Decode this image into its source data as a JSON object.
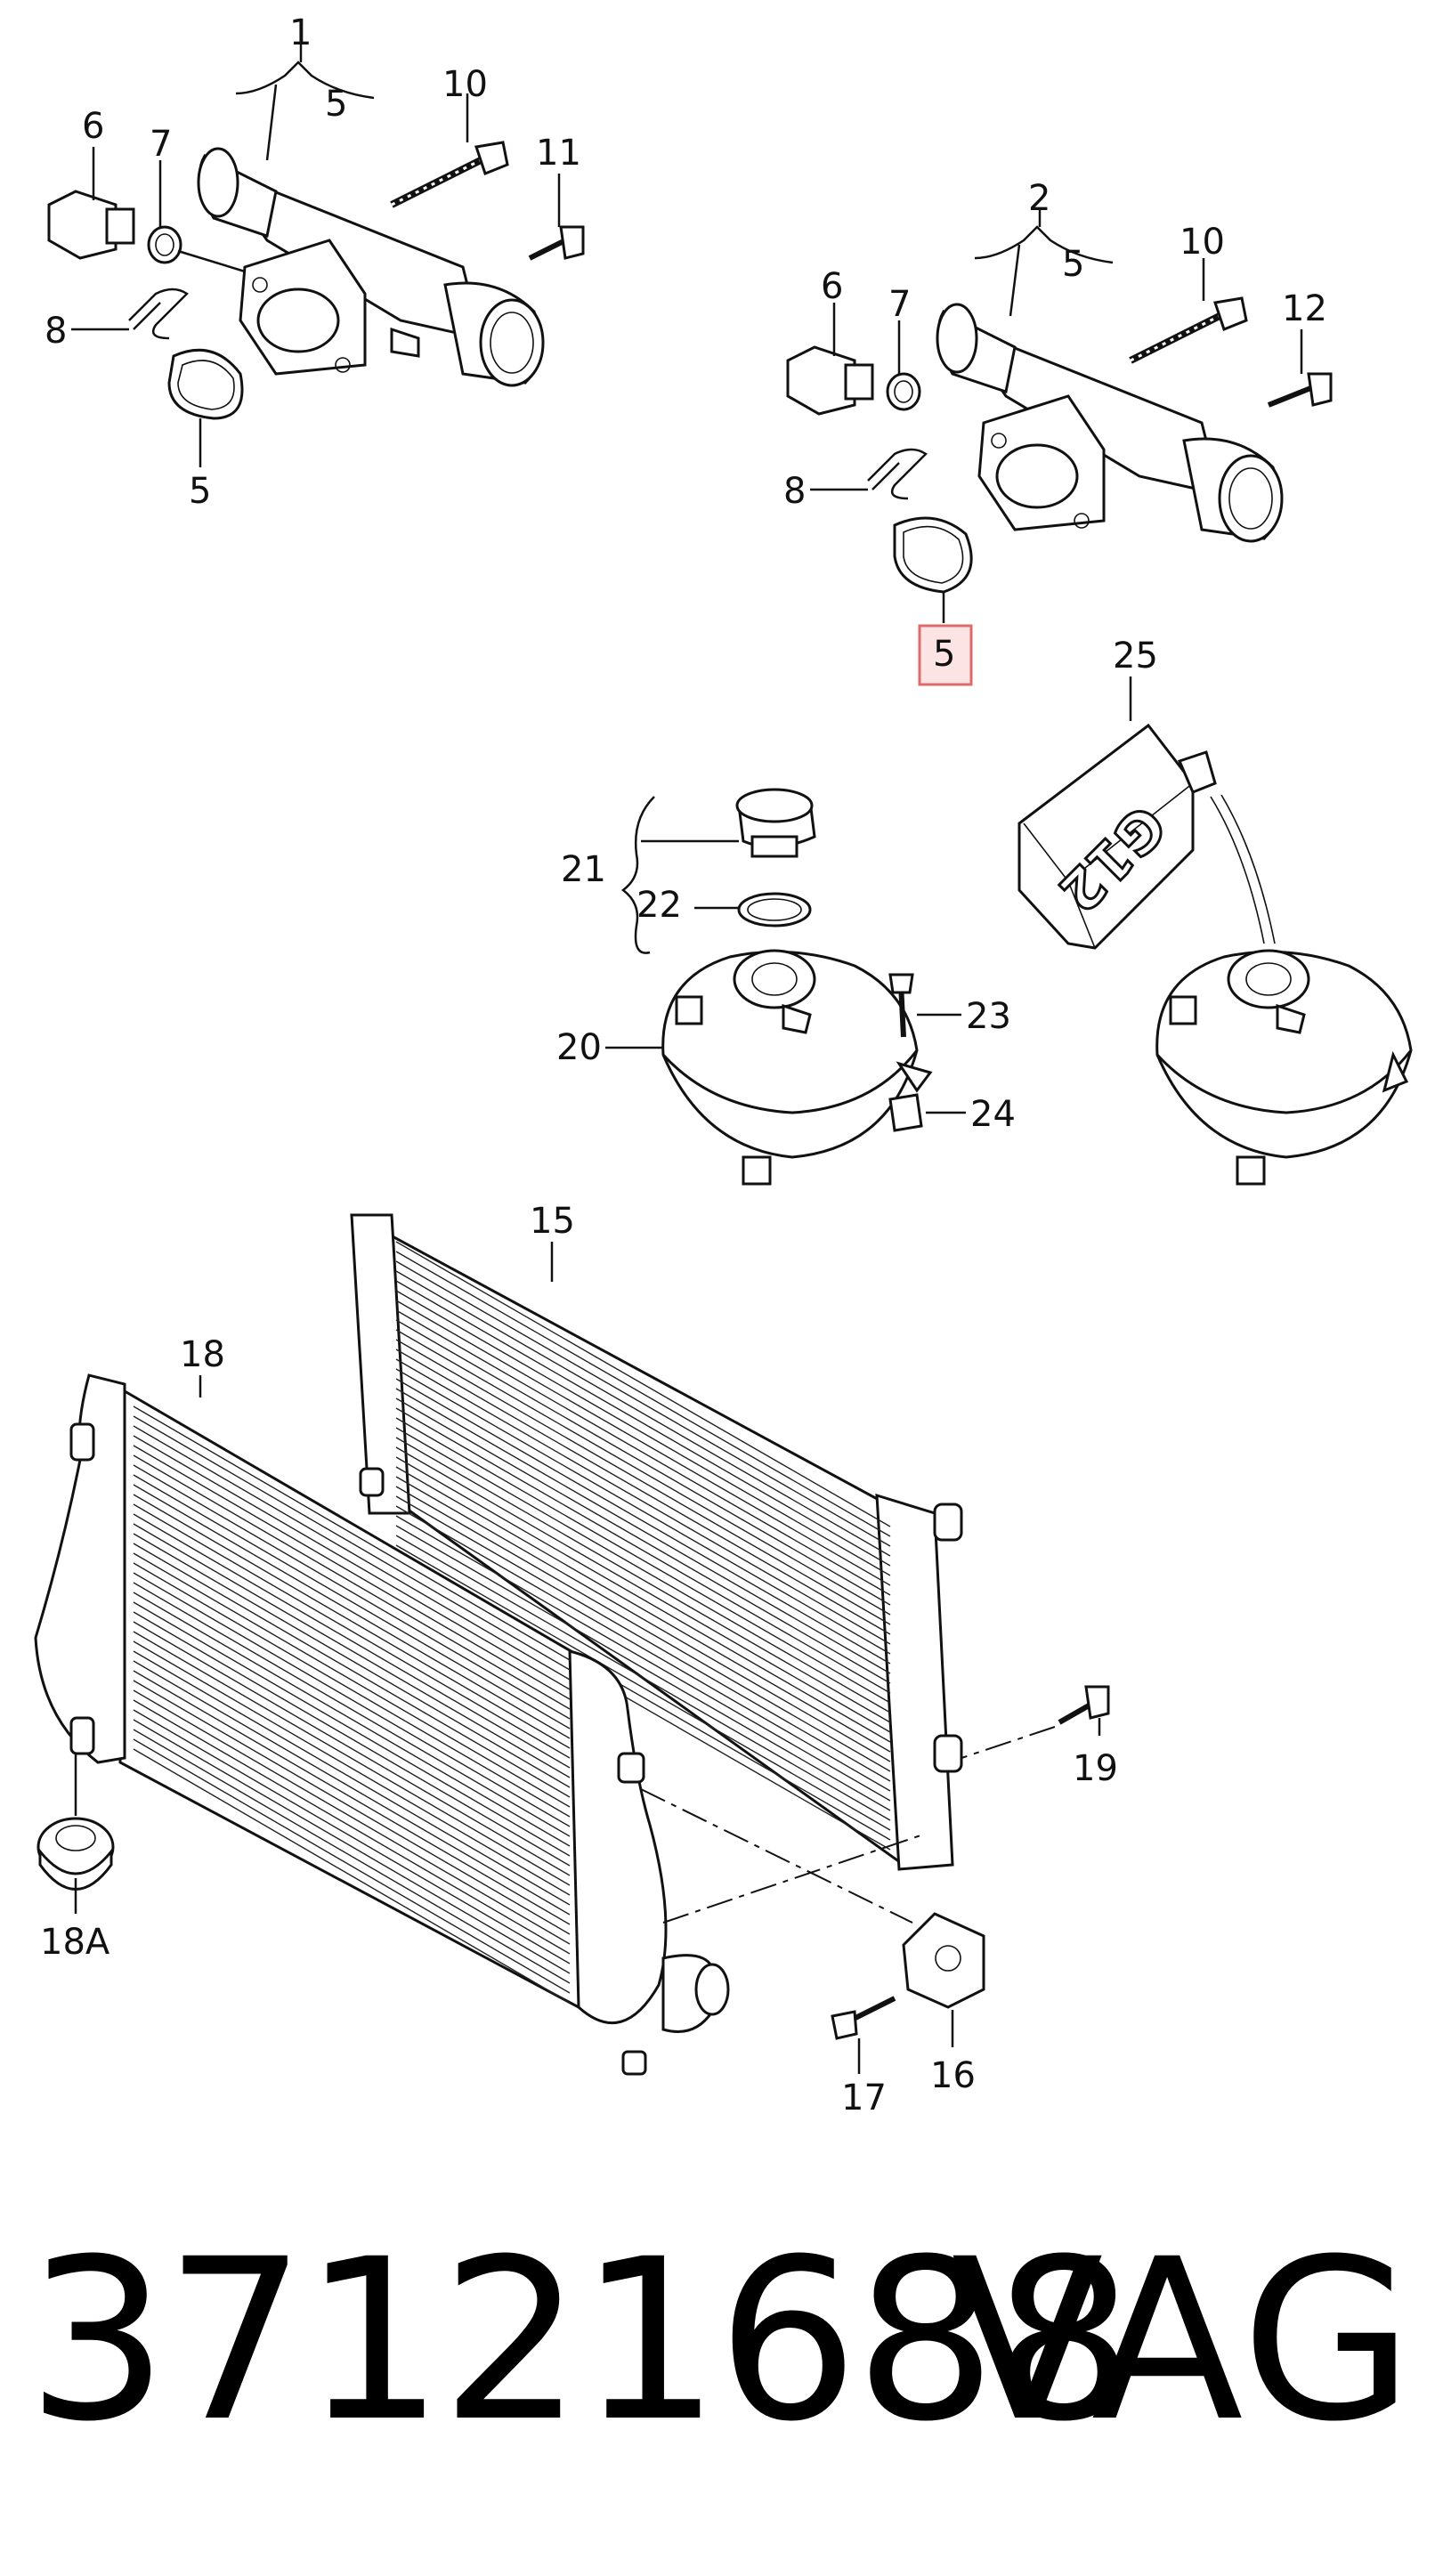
{
  "callouts": {
    "c1": "1",
    "c1_5": "5",
    "c2": "2",
    "c2_5": "5",
    "c6a": "6",
    "c7a": "7",
    "c8a": "8",
    "c5a": "5",
    "c10a": "10",
    "c11": "11",
    "c6b": "6",
    "c7b": "7",
    "c8b": "8",
    "c5b": "5",
    "c10b": "10",
    "c12": "12",
    "c25": "25",
    "c21": "21",
    "c22": "22",
    "c20": "20",
    "c23": "23",
    "c24": "24",
    "c15": "15",
    "c18": "18",
    "c18a": "18A",
    "c19": "19",
    "c16": "16",
    "c17": "17"
  },
  "bottle_label": "G12",
  "part_number": "37121688",
  "brand": "VAG",
  "highlight_color": "#e06a6a"
}
